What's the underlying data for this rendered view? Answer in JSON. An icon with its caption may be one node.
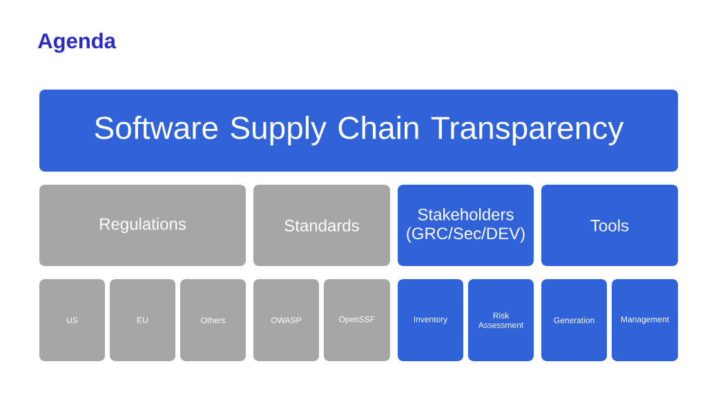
{
  "diagram": {
    "title": "Agenda",
    "nodes": [
      {
        "text": [
          "Software Supply Chain Transparency"
        ]
      },
      {
        "text": [
          "Regulations"
        ]
      },
      {
        "text": [
          "Standards"
        ]
      },
      {
        "text": [
          "Stakeholders (GRC/Sec/DEV)"
        ]
      },
      {
        "text": [
          "Tools"
        ]
      },
      {
        "text": [
          "US"
        ]
      },
      {
        "text": [
          "EU"
        ]
      },
      {
        "text": [
          "Others"
        ]
      },
      {
        "text": [
          "OWASP"
        ]
      },
      {
        "text": [
          "OpenSSF"
        ]
      },
      {
        "text": [
          "Inventory"
        ]
      },
      {
        "text": [
          "Risk Assessment"
        ]
      },
      {
        "text": [
          "Generation"
        ]
      },
      {
        "text": [
          "Management"
        ]
      }
    ]
  }
}
